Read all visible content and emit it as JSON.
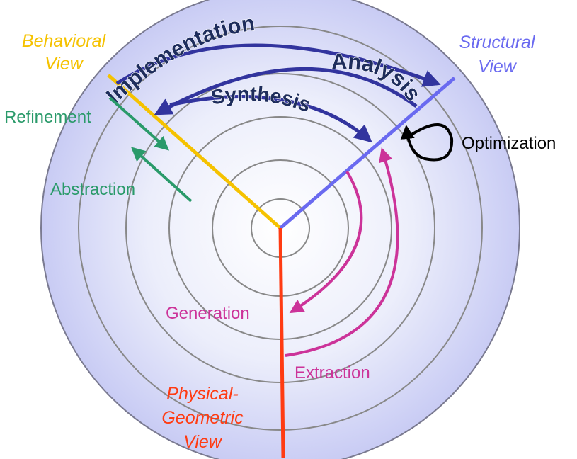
{
  "views": {
    "behavioral": [
      "Behavioral",
      "View"
    ],
    "structural": [
      "Structural",
      "View"
    ],
    "physical": [
      "Physical-",
      "Geometric",
      "View"
    ]
  },
  "transforms": {
    "implementation": "Implementation",
    "analysis": "Analysis",
    "synthesis": "Synthesis",
    "optimization": "Optimization",
    "refinement": "Refinement",
    "abstraction": "Abstraction",
    "generation": "Generation",
    "extraction": "Extraction"
  },
  "colors": {
    "behavioral": "#f5c200",
    "structural": "#6a6af0",
    "physical": "#ff3b12",
    "implementation_analysis_synthesis": "#32349e",
    "refine_abstract": "#2a9a6a",
    "generation_extraction": "#cc3399",
    "optimization": "#000000",
    "disc": "#cfd1f5"
  }
}
